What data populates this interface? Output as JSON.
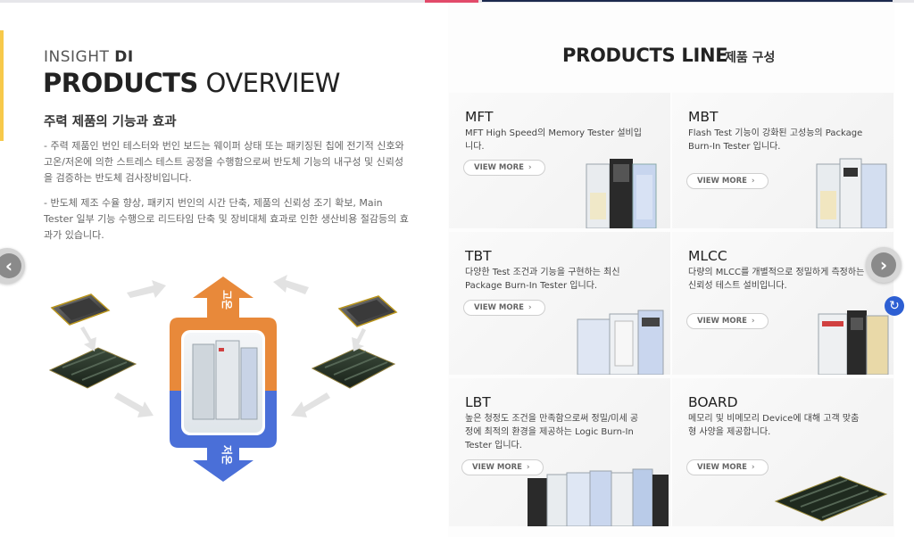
{
  "left": {
    "brand_sub_prefix": "INSIGHT ",
    "brand_sub_bold": "DI",
    "title_bold": "PRODUCTS",
    "title_light": " OVERVIEW",
    "section_title": "주력 제품의 기능과 효과",
    "para1": "- 주력 제품인 번인 테스터와 번인 보드는 웨이퍼 상태 또는 패키징된 칩에 전기적 신호와 고온/저온에 의한 스트레스 테스트 공정을 수행함으로써 반도체 기능의 내구성 및 신뢰성을 검증하는 반도체 검사장비입니다.",
    "para2": "- 반도체 제조 수율 향상, 패키지 번인의 시간 단축, 제품의 신뢰성 조기 확보, Main Tester 일부 기능 수행으로 리드타임 단축 및 장비대체 효과로 인한 생산비용 절감등의 효과가 있습니다.",
    "diagram": {
      "hot_label": "고온",
      "cold_label": "저온"
    }
  },
  "right": {
    "title": "PRODUCTS LINE",
    "subtitle": "제품 구성",
    "view_more": "VIEW MORE",
    "products": [
      {
        "name": "MFT",
        "desc": "MFT High Speed의 Memory Tester 설비입니다."
      },
      {
        "name": "MBT",
        "desc": "Flash Test 기능이 강화된 고성능의 Package Burn-In Tester 입니다."
      },
      {
        "name": "TBT",
        "desc": "다양한 Test 조건과 기능을 구현하는 최신 Package Burn-In Tester 입니다."
      },
      {
        "name": "MLCC",
        "desc": "다량의 MLCC를 개별적으로 정밀하게 측정하는 신뢰성 테스트 설비입니다."
      },
      {
        "name": "LBT",
        "desc": "높은 청정도 조건을 만족함으로써 정밀/미세 공정에 최적의 환경을 제공하는 Logic Burn-In Tester 입니다."
      },
      {
        "name": "BOARD",
        "desc": "메모리 및 비메모리 Device에 대해 고객 맞춤형 사양을 제공합니다."
      }
    ]
  },
  "nav": {
    "prev_glyph": "‹",
    "next_glyph": "›",
    "refresh_glyph": "↻"
  },
  "colors": {
    "hot": "#e8893a",
    "cold": "#4a6fd8",
    "nav_blue": "#2d5fd3",
    "title_dark": "#222222"
  }
}
